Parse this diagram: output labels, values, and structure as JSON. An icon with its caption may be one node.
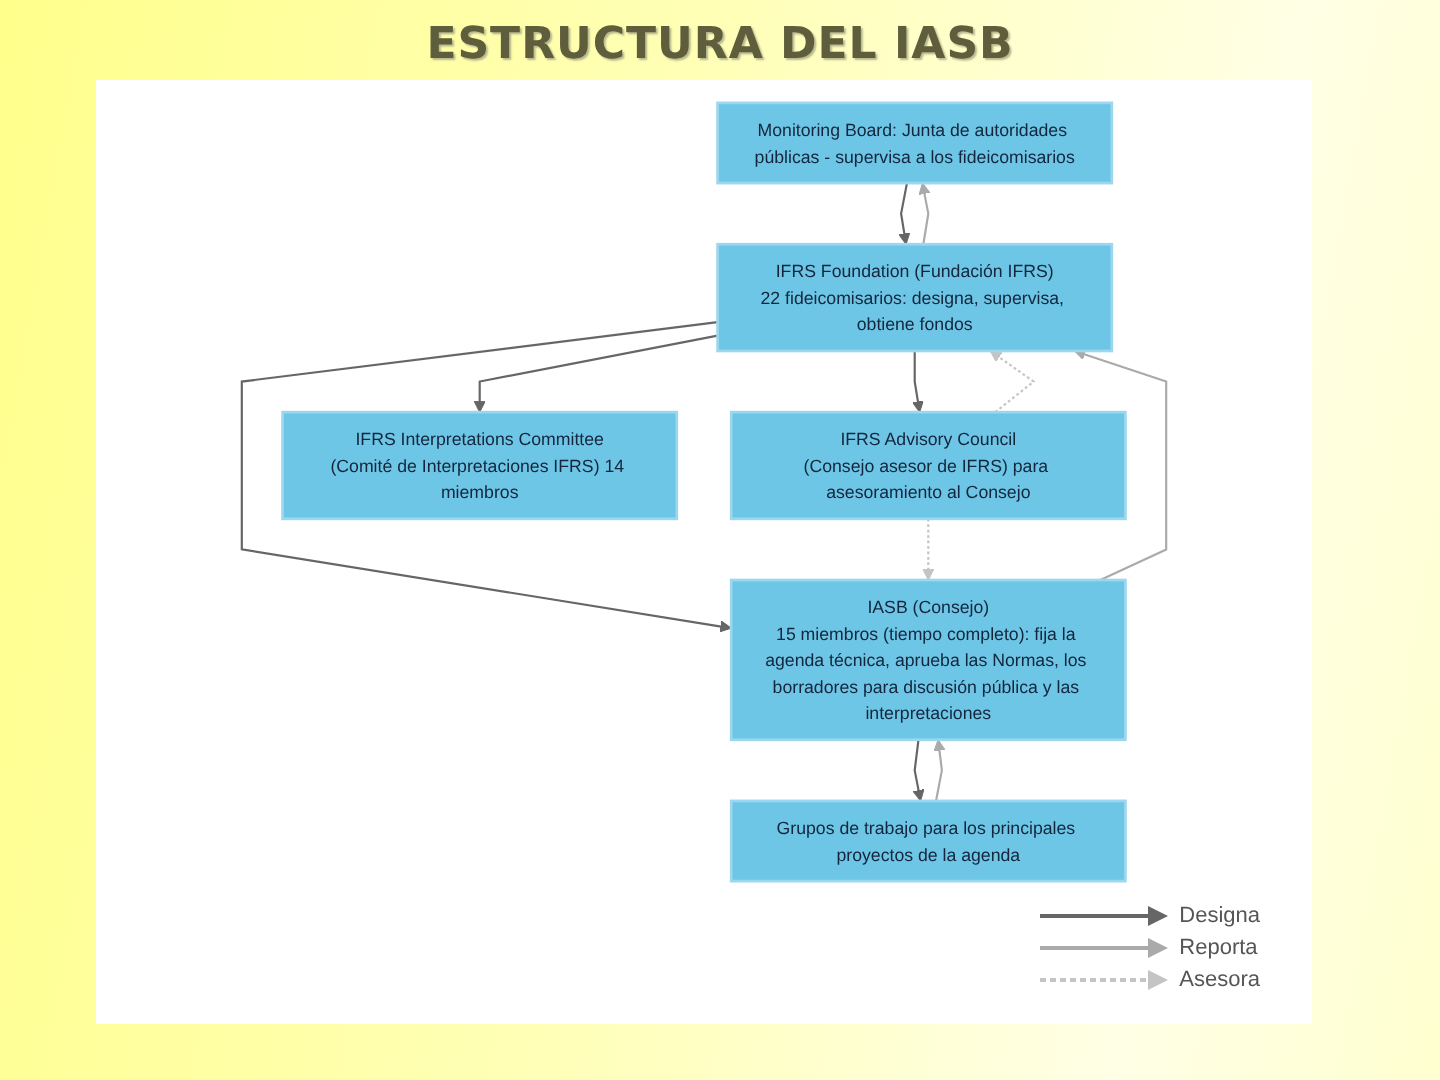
{
  "diagram": {
    "title": "ESTRUCTURA DEL IASB",
    "nodes": [
      {
        "text": [
          "Monitoring Board: Junta de autoridades públicas - supervisa a los fideicomisarios"
        ]
      },
      {
        "text": [
          "IFRS Foundation (Fundación IFRS)",
          "22 fideicomisarios: designa, supervisa, obtiene fondos"
        ]
      },
      {
        "text": [
          "IASB (Consejo)",
          "15 miembros (tiempo completo): fija la agenda técnica, aprueba las Normas, los borradores para discusión pública y las interpretaciones"
        ]
      },
      {
        "text": [
          "IFRS Advisory Council",
          "(Consejo asesor de IFRS) para asesoramiento al Consejo"
        ]
      },
      {
        "text": [
          "IFRS Interpretations Committee",
          "(Comité de Interpretaciones IFRS) 14 miembros"
        ]
      },
      {
        "text": [
          "Grupos de trabajo para los principales proyectos de la agenda"
        ]
      }
    ],
    "edges": [
      {
        "from": 0,
        "to": 1,
        "arrow": "to"
      },
      {
        "from": 1,
        "to": 0,
        "arrow": "to",
        "color": "#aaaaaa"
      },
      {
        "from": 1,
        "to": 3,
        "arrow": "to"
      },
      {
        "from": 3,
        "to": 1,
        "arrow": "to",
        "style": "dashed",
        "color": "#c4c4c4"
      },
      {
        "from": 1,
        "to": 2,
        "arrow": "to"
      },
      {
        "from": 2,
        "to": 1,
        "arrow": "to",
        "color": "#aaaaaa"
      },
      {
        "from": 1,
        "to": 4,
        "arrow": "to"
      },
      {
        "from": 3,
        "to": 2,
        "arrow": "to",
        "style": "dashed",
        "color": "#c4c4c4"
      },
      {
        "from": 2,
        "to": 5,
        "arrow": "to"
      },
      {
        "from": 5,
        "to": 2,
        "arrow": "to",
        "color": "#aaaaaa"
      }
    ],
    "legend": [
      {
        "text": "Designa"
      },
      {
        "text": "Reporta"
      },
      {
        "text": "Asesora"
      }
    ]
  }
}
